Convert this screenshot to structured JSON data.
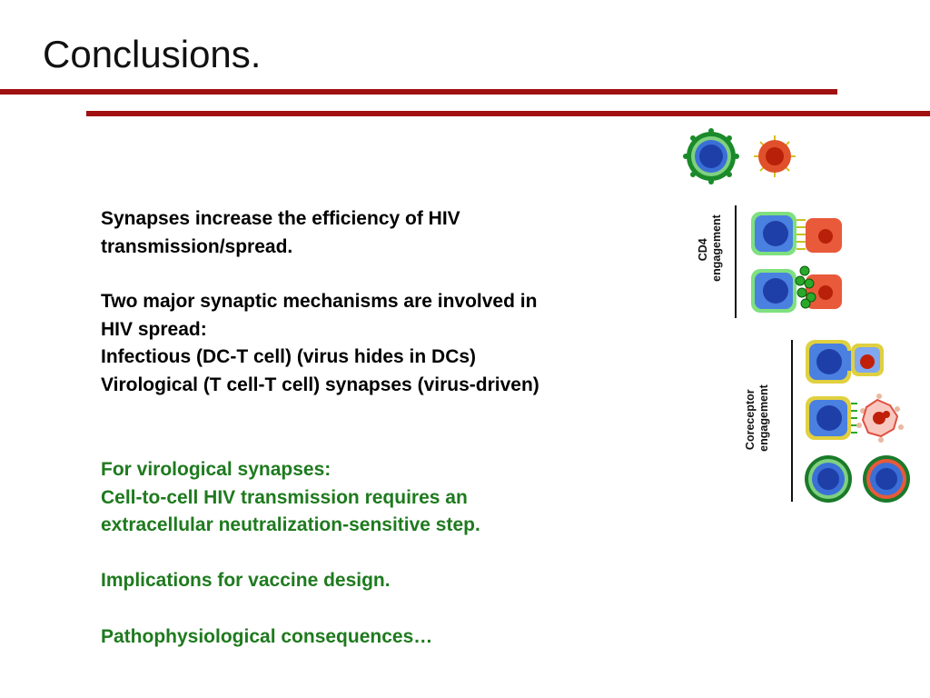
{
  "slide": {
    "title": "Conclusions."
  },
  "body": {
    "p1": [
      "Synapses increase the efficiency of HIV",
      "transmission/spread."
    ],
    "p2": [
      "Two major synaptic mechanisms are involved in",
      "HIV spread:",
      "Infectious (DC-T cell) (virus hides in DCs)",
      "Virological (T cell-T cell) synapses (virus-driven)"
    ],
    "p3": [
      "For virological synapses:",
      "Cell-to-cell HIV transmission requires an",
      "extracellular neutralization-sensitive step."
    ],
    "p4": "Implications for vaccine design.",
    "p5": "Pathophysiological consequences…"
  },
  "figure": {
    "label_cd4": [
      "CD4",
      "engagement"
    ],
    "label_coreceptor": [
      "Coreceptor",
      "engagement"
    ]
  },
  "colors": {
    "title_rule": "#a01010",
    "highlight_text": "#1e7a1e"
  }
}
